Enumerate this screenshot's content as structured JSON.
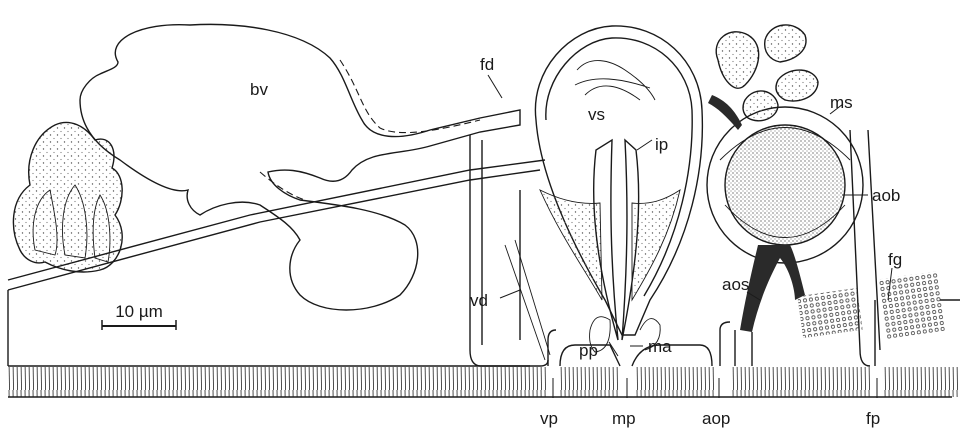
{
  "labels": {
    "bv": "bv",
    "fd": "fd",
    "vs": "vs",
    "ip": "ip",
    "ms": "ms",
    "aob": "aob",
    "fg": "fg",
    "aos": "aos",
    "vd": "vd",
    "pp": "pp",
    "ma": "ma",
    "vp": "vp",
    "mp": "mp",
    "aop": "aop",
    "fp": "fp"
  },
  "scale_bar": {
    "label": "10 µm"
  },
  "colors": {
    "ink": "#1a1a1a",
    "paper": "#ffffff",
    "dark_fill": "#2a2a2a"
  }
}
